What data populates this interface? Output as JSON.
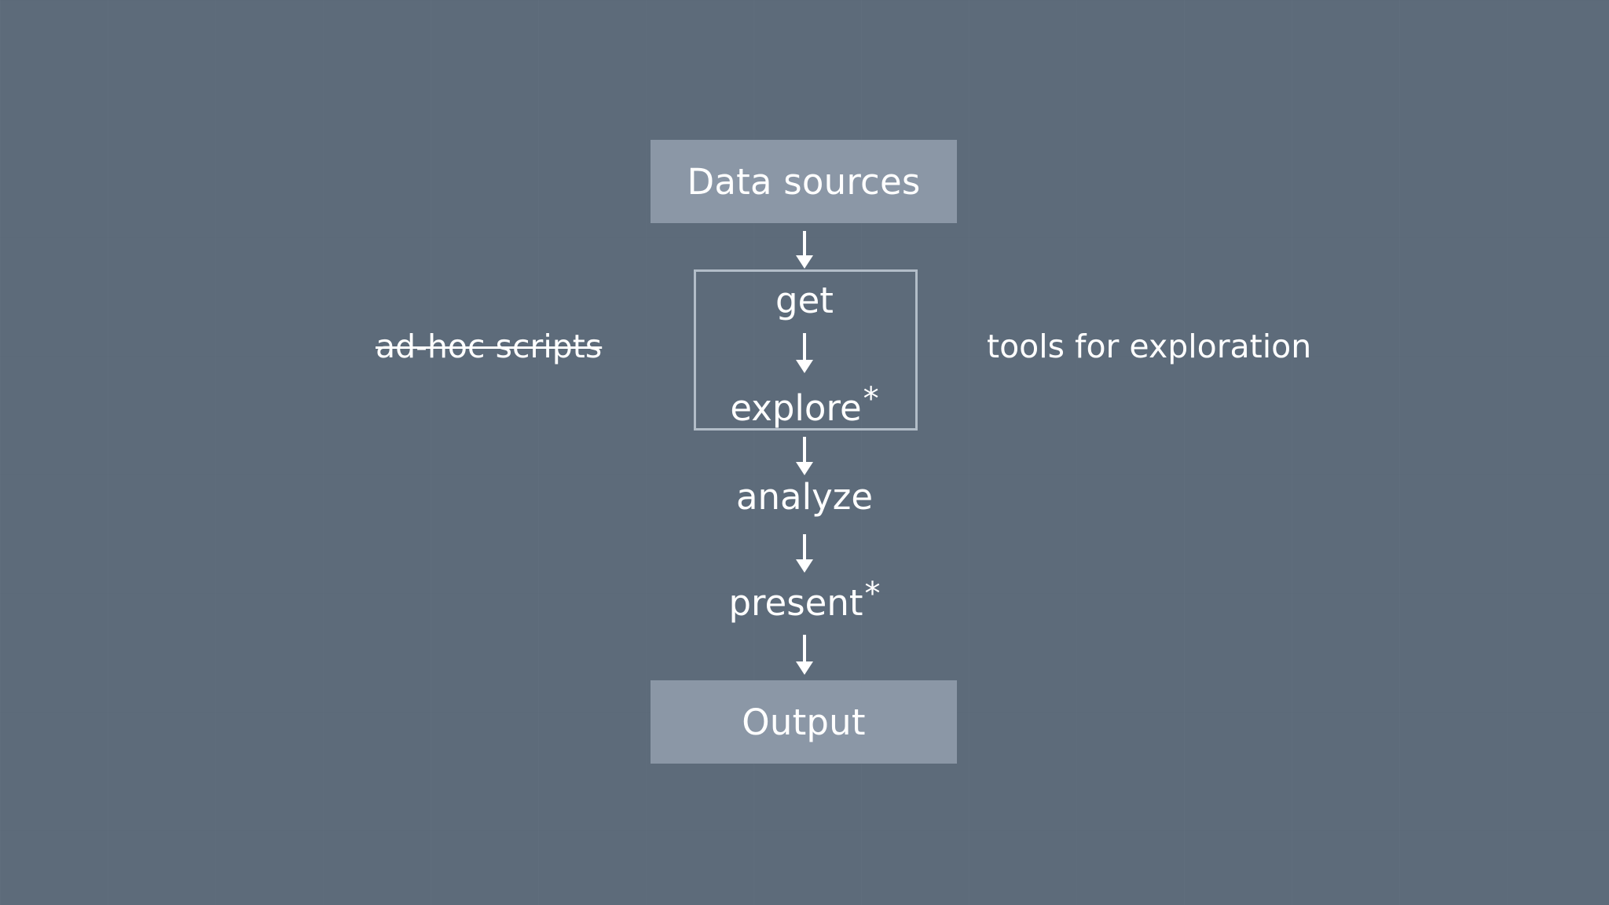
{
  "slide": {
    "background_color": "#5d6b7a",
    "box_fill_color": "#8b97a6",
    "box_border_color": "#b2bdc8",
    "text_color": "#ffffff"
  },
  "diagram": {
    "title_node": {
      "label": "Data sources"
    },
    "output_node": {
      "label": "Output"
    },
    "steps": [
      {
        "id": "get",
        "label": "get",
        "grouped": true,
        "footnote": ""
      },
      {
        "id": "explore",
        "label": "explore",
        "grouped": true,
        "footnote": "*"
      },
      {
        "id": "analyze",
        "label": "analyze",
        "grouped": false,
        "footnote": ""
      },
      {
        "id": "present",
        "label": "present",
        "grouped": false,
        "footnote": "*"
      }
    ],
    "group_box": {
      "contains": [
        "get",
        "explore"
      ]
    },
    "arrows": [
      {
        "from": "Data sources",
        "to": "get"
      },
      {
        "from": "get",
        "to": "explore"
      },
      {
        "from": "explore",
        "to": "analyze"
      },
      {
        "from": "analyze",
        "to": "present"
      },
      {
        "from": "present",
        "to": "Output"
      }
    ],
    "annotations": {
      "left": {
        "label": "ad-hoc scripts",
        "struck_through": true
      },
      "right": {
        "label": "tools for exploration",
        "struck_through": false
      }
    }
  }
}
